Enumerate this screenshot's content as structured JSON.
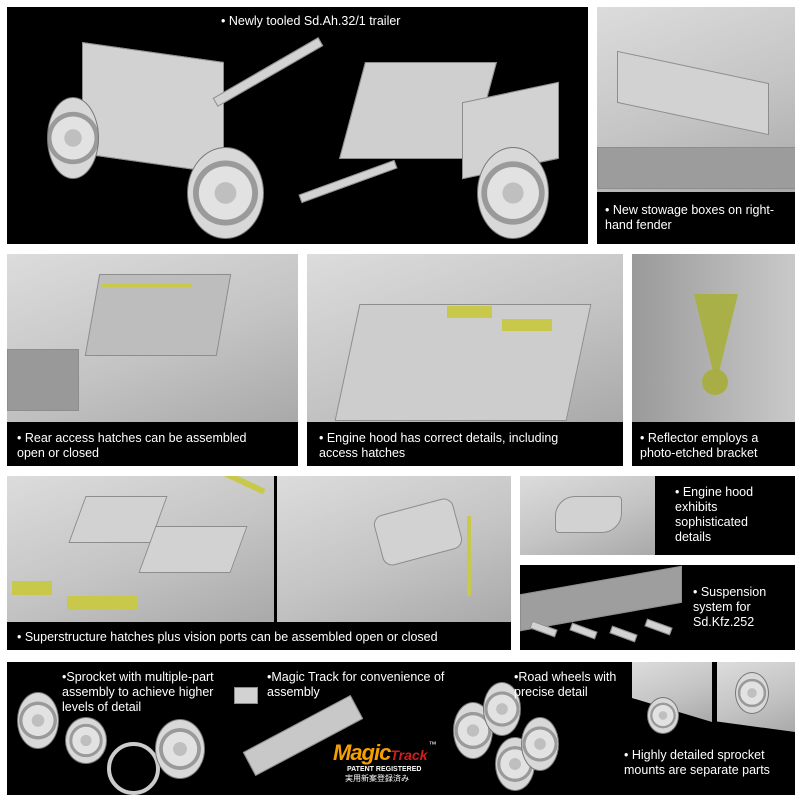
{
  "panels": {
    "trailer": "• Newly tooled Sd.Ah.32/1 trailer",
    "stowage": "• New stowage boxes on right-hand fender",
    "rear_hatches": "• Rear access hatches can be assembled open or closed",
    "engine_hood": "• Engine hood has correct details, including access hatches",
    "reflector": "• Reflector employs a photo-etched bracket",
    "superstructure": "• Superstructure hatches plus vision ports can be assembled open or closed",
    "engine_hood_details": "• Engine hood exhibits sophisticated details",
    "suspension": "• Suspension system for Sd.Kfz.252",
    "sprocket": "•Sprocket with multiple-part assembly to achieve higher levels of detail",
    "magic_track": "•Magic Track for convenience of assembly",
    "road_wheels": "•Road wheels with precise detail",
    "sprocket_mounts": "• Highly detailed sprocket mounts are separate parts"
  },
  "logo": {
    "magic": "Magic",
    "track": "Track",
    "tm": "™",
    "patent": "PATENT REGISTERED",
    "japanese": "実用新案登録済み"
  },
  "colors": {
    "accent_yellow": "#c8c84a",
    "logo_orange": "#f5a000",
    "logo_red": "#d21e1e"
  }
}
